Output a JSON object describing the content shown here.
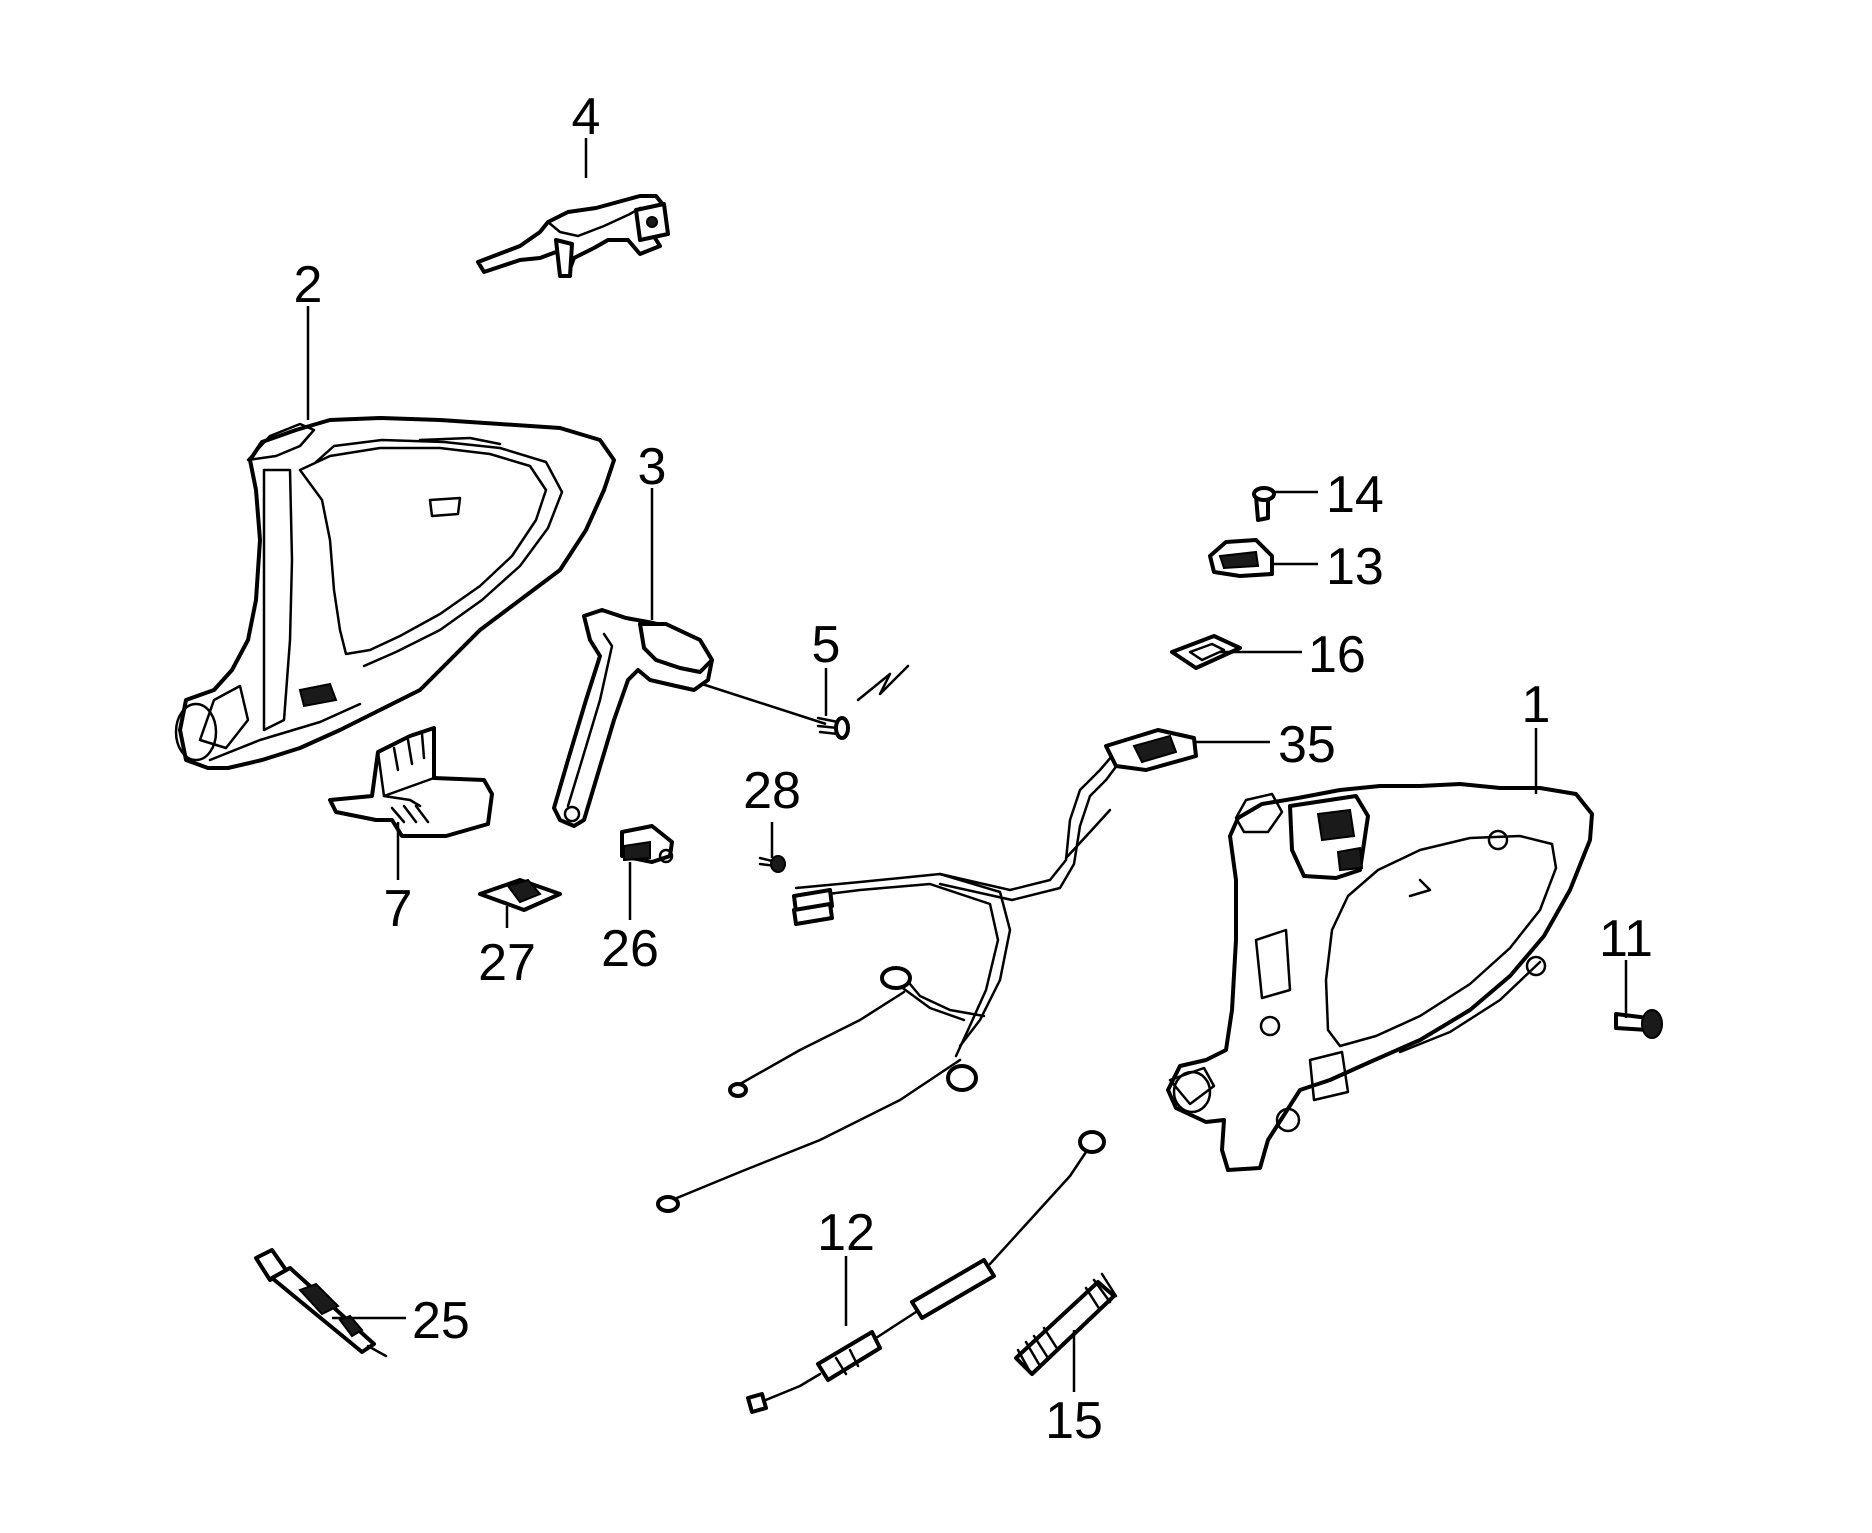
{
  "parts": [
    {
      "id": "frame-left",
      "label": "2"
    },
    {
      "id": "trigger-lever",
      "label": "4"
    },
    {
      "id": "side-lever",
      "label": "3"
    },
    {
      "id": "screw-5",
      "label": "5"
    },
    {
      "id": "switch-housing",
      "label": "7"
    },
    {
      "id": "pad-27",
      "label": "27"
    },
    {
      "id": "clip-26",
      "label": "26"
    },
    {
      "id": "screw-28",
      "label": "28"
    },
    {
      "id": "screw-14",
      "label": "14"
    },
    {
      "id": "cap-13",
      "label": "13"
    },
    {
      "id": "plate-16",
      "label": "16"
    },
    {
      "id": "connector-35",
      "label": "35"
    },
    {
      "id": "handle-frame",
      "label": "1"
    },
    {
      "id": "screw-11",
      "label": "11"
    },
    {
      "id": "cable-12",
      "label": "12"
    },
    {
      "id": "spring-15",
      "label": "15"
    },
    {
      "id": "probe-25",
      "label": "25"
    }
  ]
}
